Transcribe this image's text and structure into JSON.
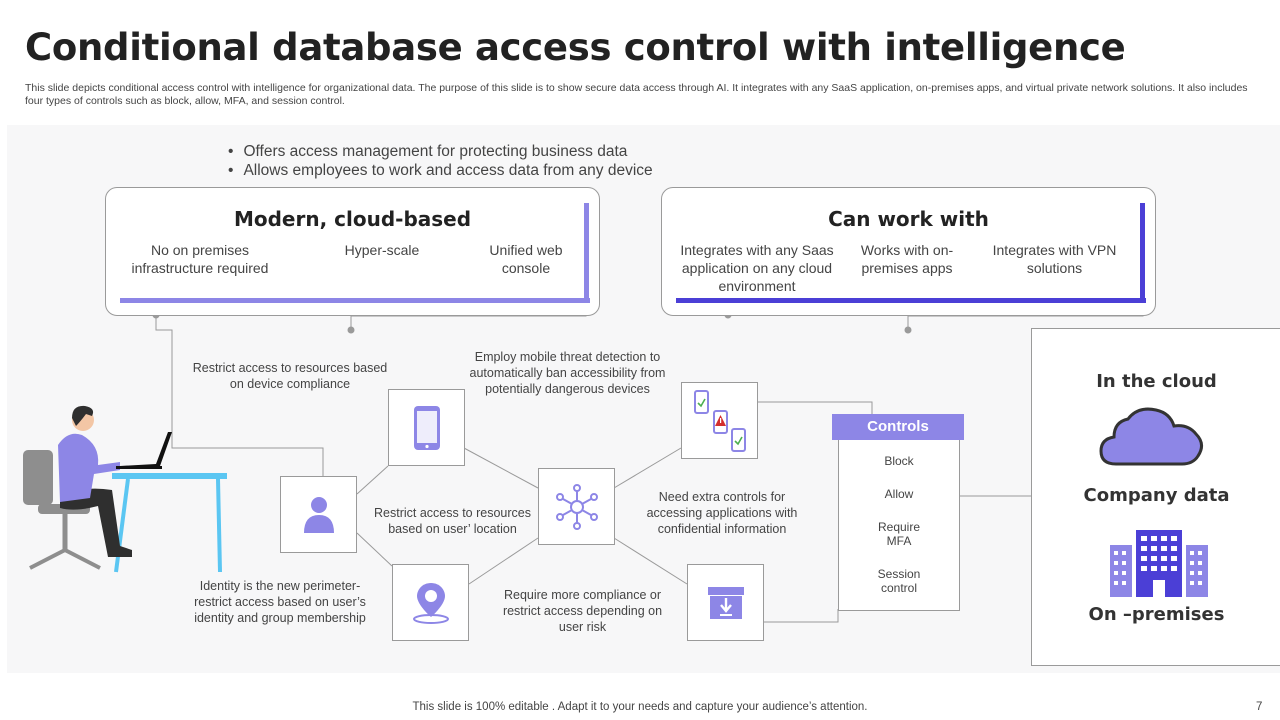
{
  "title": "Conditional database access control with intelligence",
  "description": "This slide depicts conditional access control with intelligence for organizational data. The purpose of this slide is to show secure data access through AI. It integrates with any SaaS application, on-premises apps, and virtual private network solutions. It also includes four types of controls such as block, allow, MFA,  and session control.",
  "bullets": [
    "Offers access management for protecting business data",
    "Allows employees to work and access data from any device"
  ],
  "modern_card": {
    "title": "Modern, cloud-based",
    "items": [
      "No on premises infrastructure required",
      "Hyper-scale",
      "Unified web console"
    ]
  },
  "work_card": {
    "title": "Can work with",
    "items": [
      "Integrates with any Saas application on any cloud environment",
      "Works with on-premises apps",
      "Integrates with VPN solutions"
    ]
  },
  "labels": {
    "device_compliance": "Restrict access to resources based on device compliance",
    "mobile_threat": "Employ mobile threat detection to automatically ban accessibility from potentially dangerous devices",
    "location": "Restrict access to resources based on user’ location",
    "extra_controls": "Need extra controls for accessing applications with confidential information",
    "identity": "Identity is the new perimeter- restrict access based on user’s identity and group membership",
    "compliance_risk": "Require more compliance or restrict access depending on user risk"
  },
  "controls": {
    "title": "Controls",
    "items": [
      "Block",
      "Allow",
      "Require MFA",
      "Session control"
    ]
  },
  "company": {
    "cloud_label": "In the cloud",
    "data_label": "Company data",
    "premises_label": "On –premises"
  },
  "footer": "This slide is 100% editable . Adapt it to your needs and capture your audience’s attention.",
  "page_number": "7",
  "colors": {
    "accent": "#8d86e6",
    "accent_dark": "#4b3fd6",
    "line": "#9a9a9a"
  }
}
